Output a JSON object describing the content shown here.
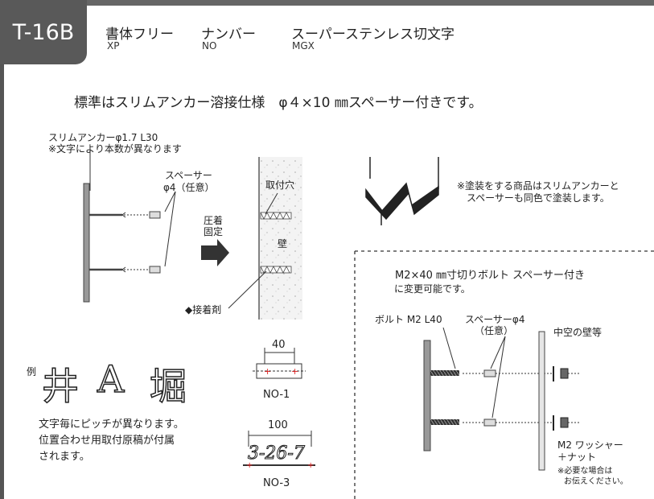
{
  "product_code": "T-16B",
  "categories": [
    {
      "jp": "書体フリー",
      "en": "XP"
    },
    {
      "jp": "ナンバー",
      "en": "NO"
    },
    {
      "jp": "スーパーステンレス切文字",
      "en": "MGX"
    }
  ],
  "headline": "標準はスリムアンカー溶接仕様　φ４×10 ㎜スペーサー付きです。",
  "anchor_note": {
    "line1": "スリムアンカーφ1.7 L30",
    "line2": "※文字により本数が異なります"
  },
  "spacer_label": {
    "line1": "スペーサー",
    "line2": "φ4（任意）"
  },
  "press_label": {
    "line1": "圧着",
    "line2": "固定"
  },
  "hole_label": "取付穴",
  "wall_label": "壁",
  "adhesive_label": "◆接着剤",
  "paint_note": {
    "line1": "※塗装をする商品はスリムアンカーと",
    "line2": "スペーサーも同色で塗装します。"
  },
  "bolt_option": {
    "line1": "M2×40 ㎜寸切りボルト スペーサー付き",
    "line2": "に変更可能です。"
  },
  "bolt_label": "ボルト M2 L40",
  "bolt_spacer": {
    "line1": "スペーサーφ4",
    "line2": "（任意）"
  },
  "hollow_wall": "中空の壁等",
  "washer": {
    "line1": "M2 ワッシャー",
    "line2": "＋ナット"
  },
  "washer_note": {
    "line1": "※必要な場合は",
    "line2": "お伝えください。"
  },
  "example_label": "例",
  "example_chars": [
    "井",
    "A",
    "堀"
  ],
  "pitch_note": {
    "line1": "文字毎にピッチが異なります。",
    "line2": "位置合わせ用取付原稿が付属",
    "line3": "されます。"
  },
  "no1": {
    "dimension": "40",
    "label": "NO-1"
  },
  "no3": {
    "dimension": "100",
    "number": "3-26-7",
    "label": "NO-3"
  }
}
